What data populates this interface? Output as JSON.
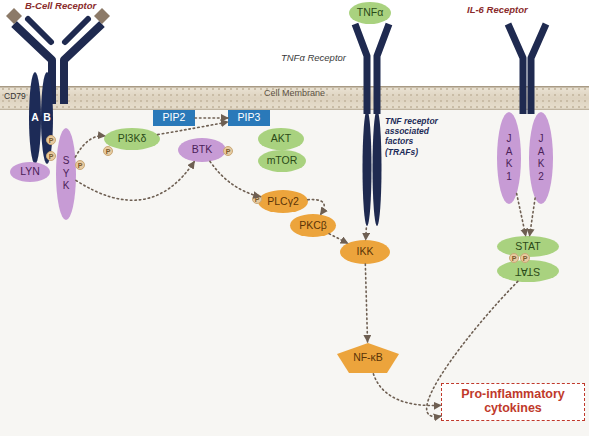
{
  "diagram": {
    "nodes": [
      {
        "text": [
          "B-Cell Receptor"
        ]
      },
      {
        "text": [
          "TNFα"
        ]
      },
      {
        "text": [
          "TNFα Receptor",
          "TNF receptor associated factors (TRAFs)"
        ]
      },
      {
        "text": [
          "IL-6 Receptor"
        ]
      },
      {
        "text": [
          "Cell Membrane"
        ]
      },
      {
        "text": [
          "A"
        ]
      },
      {
        "text": [
          "B"
        ]
      },
      {
        "text": [
          "LYN"
        ]
      },
      {
        "text": [
          "SYK"
        ]
      },
      {
        "text": [
          "PI3Kδ"
        ]
      },
      {
        "text": [
          "PIP2"
        ]
      },
      {
        "text": [
          "PIP3"
        ]
      },
      {
        "text": [
          "AKT"
        ]
      },
      {
        "text": [
          "mTOR"
        ]
      },
      {
        "text": [
          "BTK"
        ]
      },
      {
        "text": [
          "PLCγ2"
        ]
      },
      {
        "text": [
          "PKCβ"
        ]
      },
      {
        "text": [
          "IKK"
        ]
      },
      {
        "text": [
          "JAK1"
        ]
      },
      {
        "text": [
          "JAK2"
        ]
      },
      {
        "text": [
          "STAT"
        ]
      },
      {
        "text": [
          "STAT"
        ]
      },
      {
        "text": [
          "NF-κB"
        ]
      },
      {
        "text": [
          "Pro-inflammatory cytokines"
        ]
      },
      {
        "text": [
          "P"
        ]
      },
      {
        "text": [
          "P"
        ]
      },
      {
        "text": [
          "P"
        ]
      },
      {
        "text": [
          "P"
        ]
      },
      {
        "text": [
          "P"
        ]
      },
      {
        "text": [
          "P"
        ]
      },
      {
        "text": [
          "P"
        ]
      },
      {
        "text": [
          "P"
        ]
      }
    ],
    "edges": [
      {
        "from": 8,
        "to": 9,
        "arrow": "to"
      },
      {
        "from": 9,
        "to": 11,
        "arrow": "to"
      },
      {
        "from": 10,
        "to": 11,
        "arrow": "to"
      },
      {
        "from": 8,
        "to": 14,
        "arrow": "to"
      },
      {
        "from": 14,
        "to": 15,
        "arrow": "to"
      },
      {
        "from": 15,
        "to": 16,
        "arrow": "to"
      },
      {
        "from": 16,
        "to": 17,
        "arrow": "to"
      },
      {
        "from": 2,
        "to": 17,
        "arrow": "to"
      },
      {
        "from": 17,
        "to": 22,
        "arrow": "to"
      },
      {
        "from": 22,
        "to": 23,
        "arrow": "to"
      },
      {
        "from": 18,
        "to": 20,
        "arrow": "to"
      },
      {
        "from": 19,
        "to": 20,
        "arrow": "to"
      },
      {
        "from": 21,
        "to": 23,
        "arrow": "to"
      }
    ],
    "labels": [
      "CD79"
    ]
  }
}
